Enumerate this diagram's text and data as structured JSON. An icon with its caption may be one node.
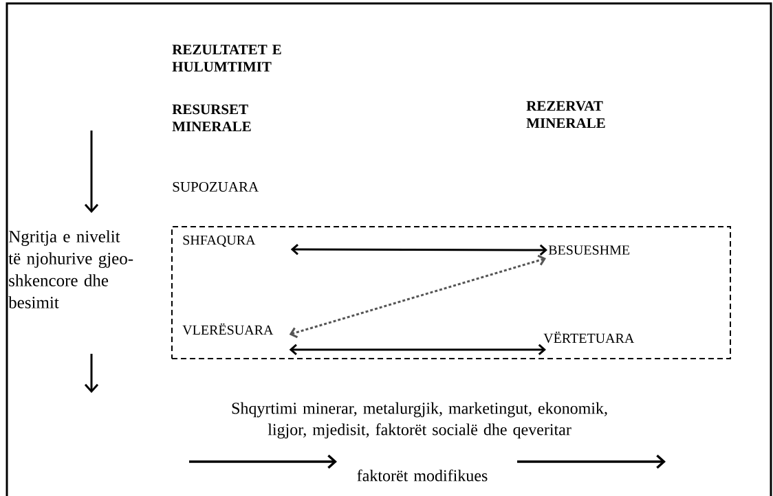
{
  "diagram": {
    "nodes": [
      {
        "text": [],
        "shape": "box"
      },
      {
        "text": [
          "SHFAQURA"
        ],
        "in": 0
      },
      {
        "text": [
          "BESUESHME"
        ],
        "in": 0
      },
      {
        "text": [
          "VLERËSUARA"
        ],
        "in": 0
      },
      {
        "text": [
          "VËRTETUARA"
        ],
        "in": 0
      }
    ],
    "edges": [
      {
        "from": 1,
        "to": 2,
        "arrow": "both"
      },
      {
        "from": 3,
        "to": 2,
        "arrow": "both",
        "style": "dashed",
        "color": "#555555"
      },
      {
        "from": 3,
        "to": 4,
        "arrow": "both"
      }
    ],
    "labels": [
      "REZULTATET E HULUMTIMIT",
      "RESURSET MINERALE",
      "REZERVAT MINERALE",
      "SUPOZUARA",
      "Ngritja e nivelit të njohurive gjeo-shkencore dhe besimit",
      "Shqyrtimi  minerar, metalurgjik, marketingut, ekonomik, ligjor, mjedisit, faktorët socialë dhe qeveritar",
      "faktorët modifikues"
    ]
  }
}
